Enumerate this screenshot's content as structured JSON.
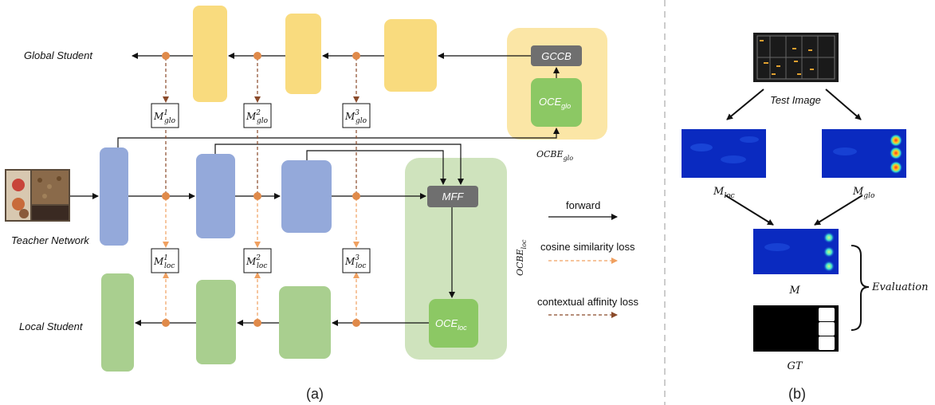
{
  "labels": {
    "global_student": "Global Student",
    "teacher_network": "Teacher Network",
    "local_student": "Local Student",
    "gccb": "GCCB",
    "mff": "MFF",
    "oce_glo": "OCE",
    "oce_glo_sub": "glo",
    "oce_loc": "OCE",
    "oce_loc_sub": "loc",
    "ocbe_glo": "OCBE",
    "ocbe_glo_sub": "glo",
    "ocbe_loc": "OCBE",
    "ocbe_loc_sub": "loc",
    "m_glo": [
      {
        "base": "M",
        "sup": "1",
        "sub": "glo"
      },
      {
        "base": "M",
        "sup": "2",
        "sub": "glo"
      },
      {
        "base": "M",
        "sup": "3",
        "sub": "glo"
      }
    ],
    "m_loc": [
      {
        "base": "M",
        "sup": "1",
        "sub": "loc"
      },
      {
        "base": "M",
        "sup": "2",
        "sub": "loc"
      },
      {
        "base": "M",
        "sup": "3",
        "sub": "loc"
      }
    ]
  },
  "legend": {
    "forward": "forward",
    "cosine": "cosine similarity loss",
    "contextual": "contextual affinity loss"
  },
  "right_panel": {
    "test_image": "Test Image",
    "m_loc_base": "M",
    "m_loc_sub": "loc",
    "m_glo_base": "M",
    "m_glo_sub": "glo",
    "m": "M",
    "gt": "GT",
    "evaluation": "Evaluation"
  },
  "captions": {
    "a": "(a)",
    "b": "(b)"
  },
  "colors": {
    "yellow": "#f9db7e",
    "blue": "#94a9da",
    "green": "#a9cf8f",
    "bright_green": "#8cc864",
    "panel_yellow": "#fbe6a6",
    "panel_green": "#cfe3bd",
    "dark_box": "#6f6f6f",
    "node": "#e08a4a",
    "cos_arrow": "#f0a060",
    "ctx_arrow": "#8a4a2a"
  }
}
